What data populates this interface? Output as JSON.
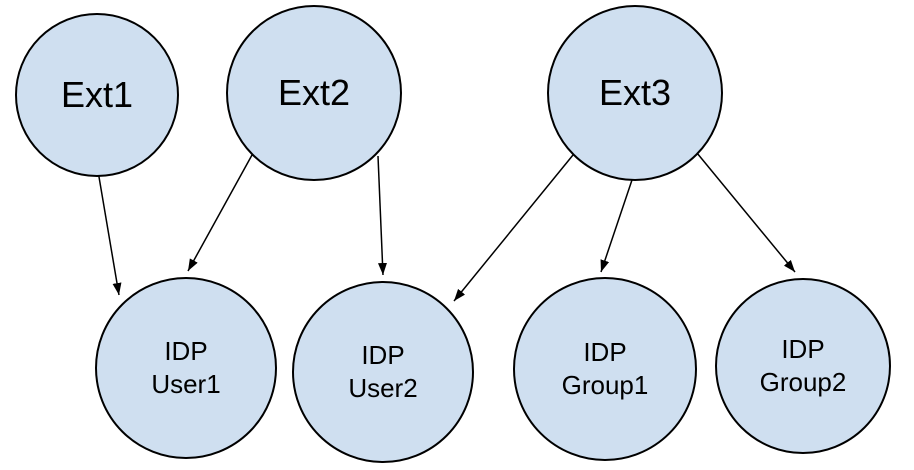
{
  "diagram": {
    "background_color": "#ffffff",
    "node_fill_color": "#cfdff0",
    "node_border_color": "#000000",
    "edge_color": "#000000",
    "nodes": {
      "ext1": {
        "label": "Ext1"
      },
      "ext2": {
        "label": "Ext2"
      },
      "ext3": {
        "label": "Ext3"
      },
      "user1": {
        "line1": "IDP",
        "line2": "User1"
      },
      "user2": {
        "line1": "IDP",
        "line2": "User2"
      },
      "group1": {
        "line1": "IDP",
        "line2": "Group1"
      },
      "group2": {
        "line1": "IDP",
        "line2": "Group2"
      }
    },
    "edges": [
      {
        "from": "Ext1",
        "to": "IDP User1"
      },
      {
        "from": "Ext2",
        "to": "IDP User1"
      },
      {
        "from": "Ext2",
        "to": "IDP User2"
      },
      {
        "from": "Ext3",
        "to": "IDP User2"
      },
      {
        "from": "Ext3",
        "to": "IDP Group1"
      },
      {
        "from": "Ext3",
        "to": "IDP Group2"
      }
    ]
  }
}
